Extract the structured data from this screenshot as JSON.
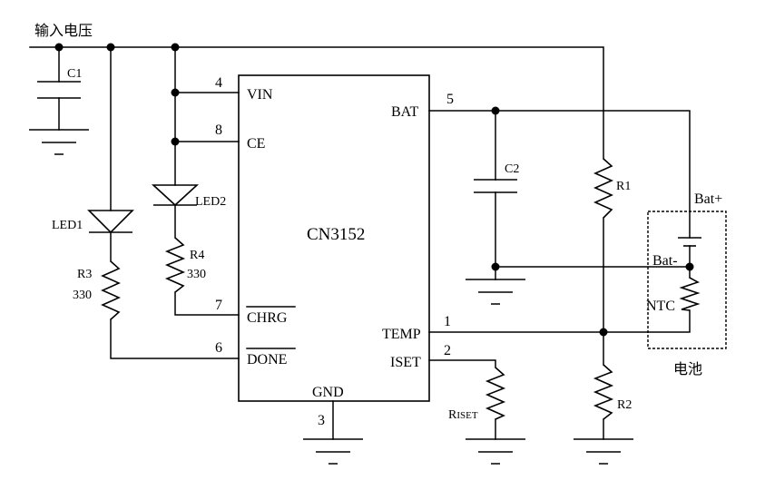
{
  "input_voltage_label": "输入电压",
  "battery_label": "电池",
  "chip": {
    "name": "CN3152",
    "pins": {
      "vin": {
        "number": "4",
        "name": "VIN"
      },
      "ce": {
        "number": "8",
        "name": "CE"
      },
      "chrg": {
        "number": "7",
        "name": "CHRG"
      },
      "done": {
        "number": "6",
        "name": "DONE"
      },
      "bat": {
        "number": "5",
        "name": "BAT"
      },
      "temp": {
        "number": "1",
        "name": "TEMP"
      },
      "iset": {
        "number": "2",
        "name": "ISET"
      },
      "gnd": {
        "number": "3",
        "name": "GND"
      }
    }
  },
  "components": {
    "c1": "C1",
    "c2": "C2",
    "led1": "LED1",
    "led2": "LED2",
    "r3": "R3",
    "r3_value": "330",
    "r4": "R4",
    "r4_value": "330",
    "r1": "R1",
    "r2": "R2",
    "riset_main": "R",
    "riset_sub": "ISET",
    "ntc": "NTC",
    "bat_plus": "Bat+",
    "bat_minus": "Bat-"
  }
}
